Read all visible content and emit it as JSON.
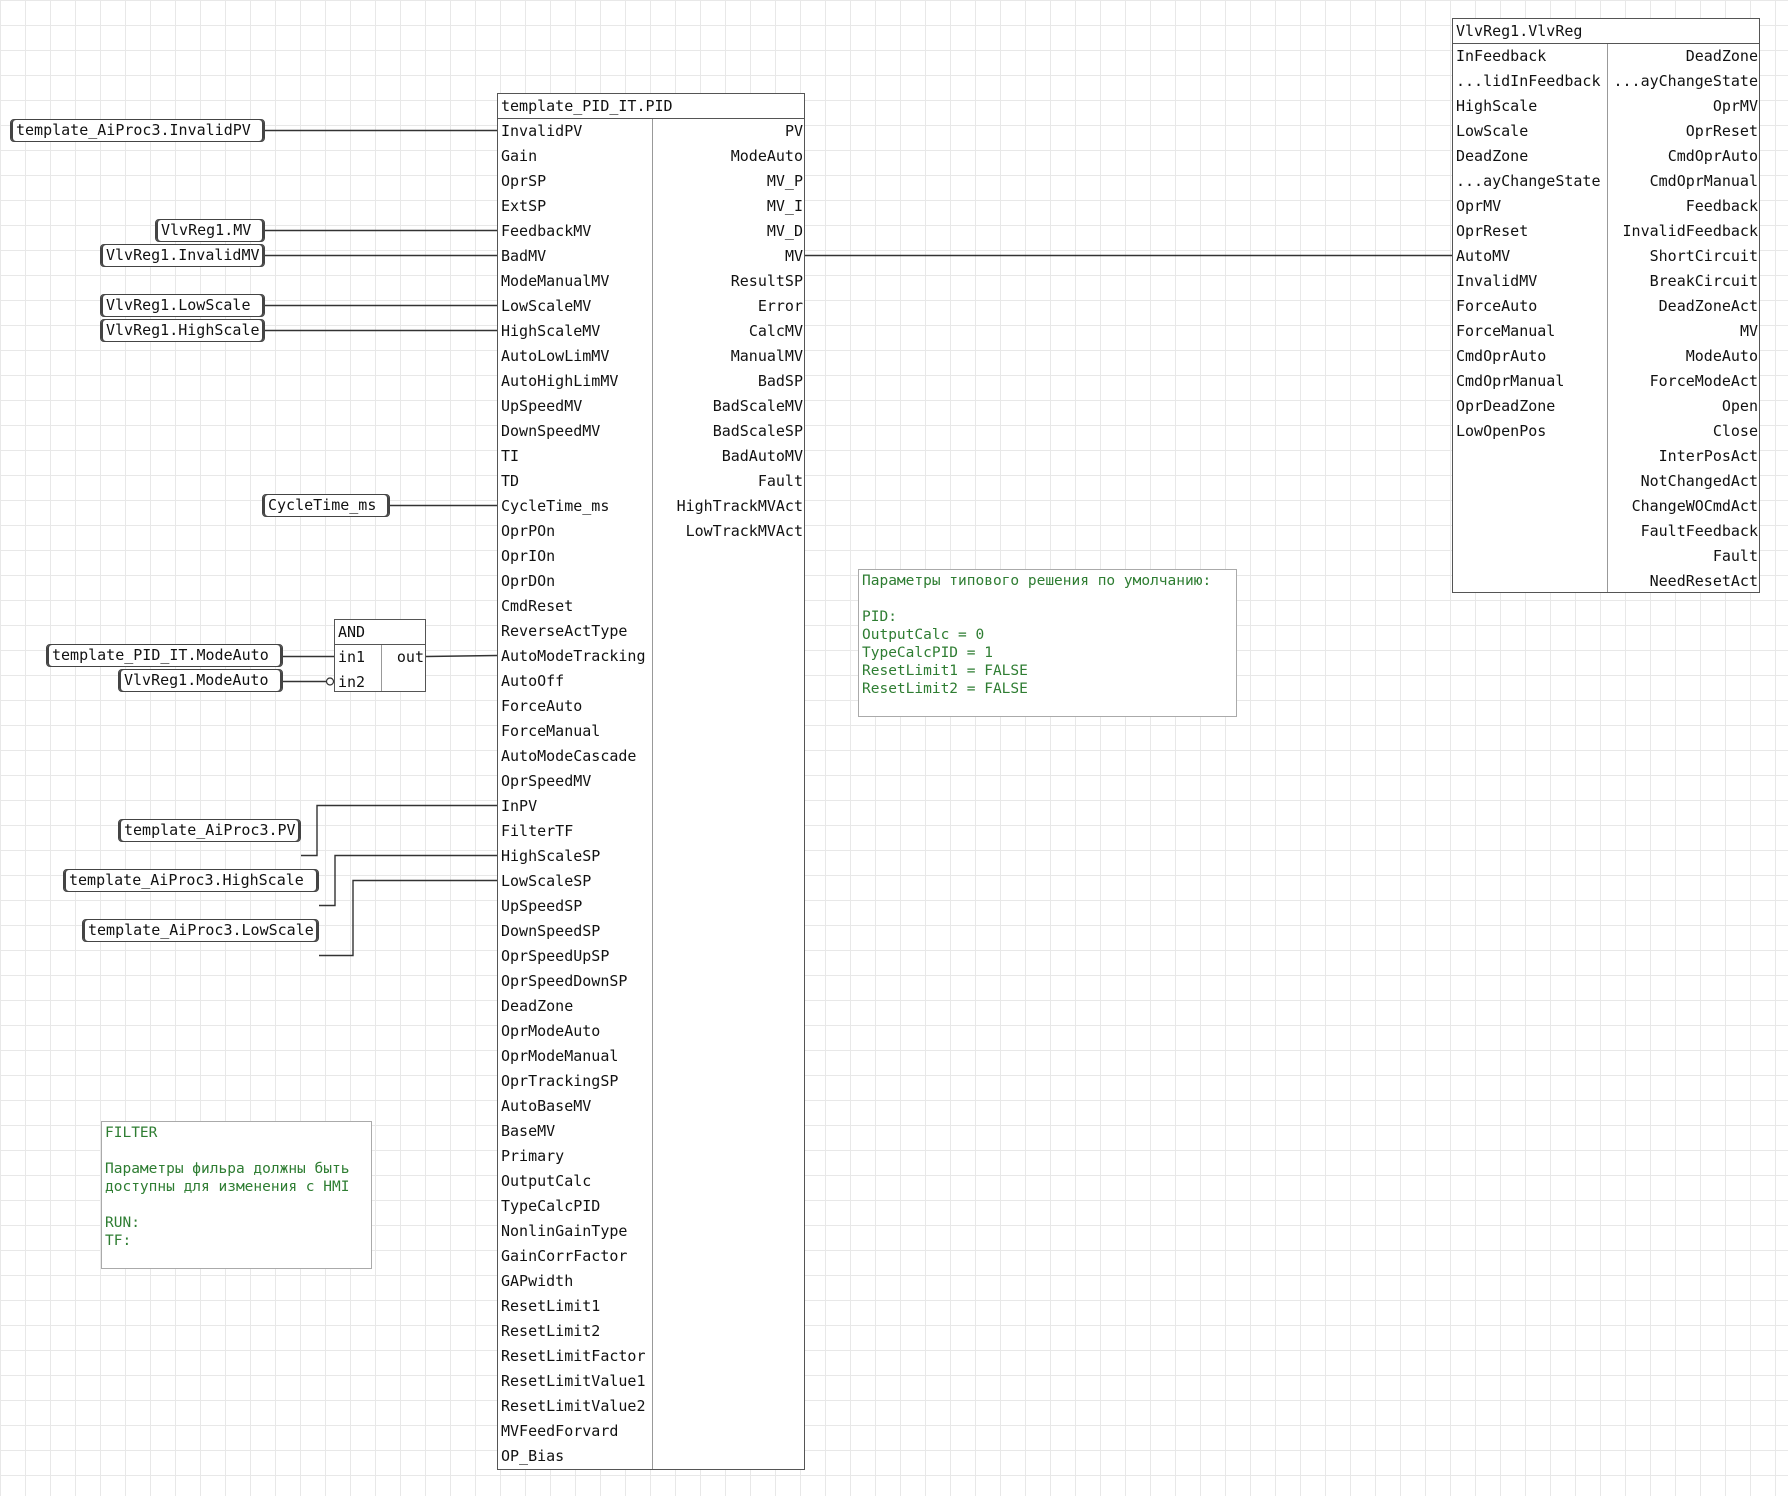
{
  "pid_block": {
    "title": "template_PID_IT.PID",
    "inputs": [
      "InvalidPV",
      "Gain",
      "OprSP",
      "ExtSP",
      "FeedbackMV",
      "BadMV",
      "ModeManualMV",
      "LowScaleMV",
      "HighScaleMV",
      "AutoLowLimMV",
      "AutoHighLimMV",
      "UpSpeedMV",
      "DownSpeedMV",
      "TI",
      "TD",
      "CycleTime_ms",
      "OprPOn",
      "OprIOn",
      "OprDOn",
      "CmdReset",
      "ReverseActType",
      "AutoModeTracking",
      "AutoOff",
      "ForceAuto",
      "ForceManual",
      "AutoModeCascade",
      "OprSpeedMV",
      "InPV",
      "FilterTF",
      "HighScaleSP",
      "LowScaleSP",
      "UpSpeedSP",
      "DownSpeedSP",
      "OprSpeedUpSP",
      "OprSpeedDownSP",
      "DeadZone",
      "OprModeAuto",
      "OprModeManual",
      "OprTrackingSP",
      "AutoBaseMV",
      "BaseMV",
      "Primary",
      "OutputCalc",
      "TypeCalcPID",
      "NonlinGainType",
      "GainCorrFactor",
      "GAPwidth",
      "ResetLimit1",
      "ResetLimit2",
      "ResetLimitFactor",
      "ResetLimitValue1",
      "ResetLimitValue2",
      "MVFeedForvard",
      "OP_Bias"
    ],
    "outputs": [
      "PV",
      "ModeAuto",
      "MV_P",
      "MV_I",
      "MV_D",
      "MV",
      "ResultSP",
      "Error",
      "CalcMV",
      "ManualMV",
      "BadSP",
      "BadScaleMV",
      "BadScaleSP",
      "BadAutoMV",
      "Fault",
      "HighTrackMVAct",
      "LowTrackMVAct"
    ]
  },
  "vlv_block": {
    "title": "VlvReg1.VlvReg",
    "inputs": [
      "InFeedback",
      "...lidInFeedback",
      "HighScale",
      "LowScale",
      "DeadZone",
      "...ayChangeState",
      "OprMV",
      "OprReset",
      "AutoMV",
      "InvalidMV",
      "ForceAuto",
      "ForceManual",
      "CmdOprAuto",
      "CmdOprManual",
      "OprDeadZone",
      "LowOpenPos"
    ],
    "outputs": [
      "DeadZone",
      "...ayChangeState",
      "OprMV",
      "OprReset",
      "CmdOprAuto",
      "CmdOprManual",
      "Feedback",
      "InvalidFeedback",
      "ShortCircuit",
      "BreakCircuit",
      "DeadZoneAct",
      "MV",
      "ModeAuto",
      "ForceModeAct",
      "Open",
      "Close",
      "InterPosAct",
      "NotChangedAct",
      "ChangeWOCmdAct",
      "FaultFeedback",
      "Fault",
      "NeedResetAct"
    ]
  },
  "and_block": {
    "title": "AND",
    "inputs": [
      "in1",
      "in2"
    ],
    "outputs": [
      "out"
    ]
  },
  "variables": [
    {
      "label": "template_AiProc3.InvalidPV"
    },
    {
      "label": "VlvReg1.MV"
    },
    {
      "label": "VlvReg1.InvalidMV"
    },
    {
      "label": "VlvReg1.LowScale"
    },
    {
      "label": "VlvReg1.HighScale"
    },
    {
      "label": "CycleTime_ms"
    },
    {
      "label": "template_PID_IT.ModeAuto"
    },
    {
      "label": "VlvReg1.ModeAuto"
    },
    {
      "label": "template_AiProc3.PV"
    },
    {
      "label": "template_AiProc3.HighScale"
    },
    {
      "label": "template_AiProc3.LowScale"
    }
  ],
  "comments": {
    "defaults": "Параметры типового решения по умолчанию:\n\nPID:\nOutputCalc = 0\nTypeCalcPID = 1\nResetLimit1 = FALSE\nResetLimit2 = FALSE",
    "filter": "FILTER\n\nПараметры фильра должны быть\nдоступны для изменения с HMI\n\nRUN:\nTF:"
  },
  "colors": {
    "wire": "#333333",
    "comment_text": "#2e7d32",
    "grid": "#e8e8e8"
  }
}
